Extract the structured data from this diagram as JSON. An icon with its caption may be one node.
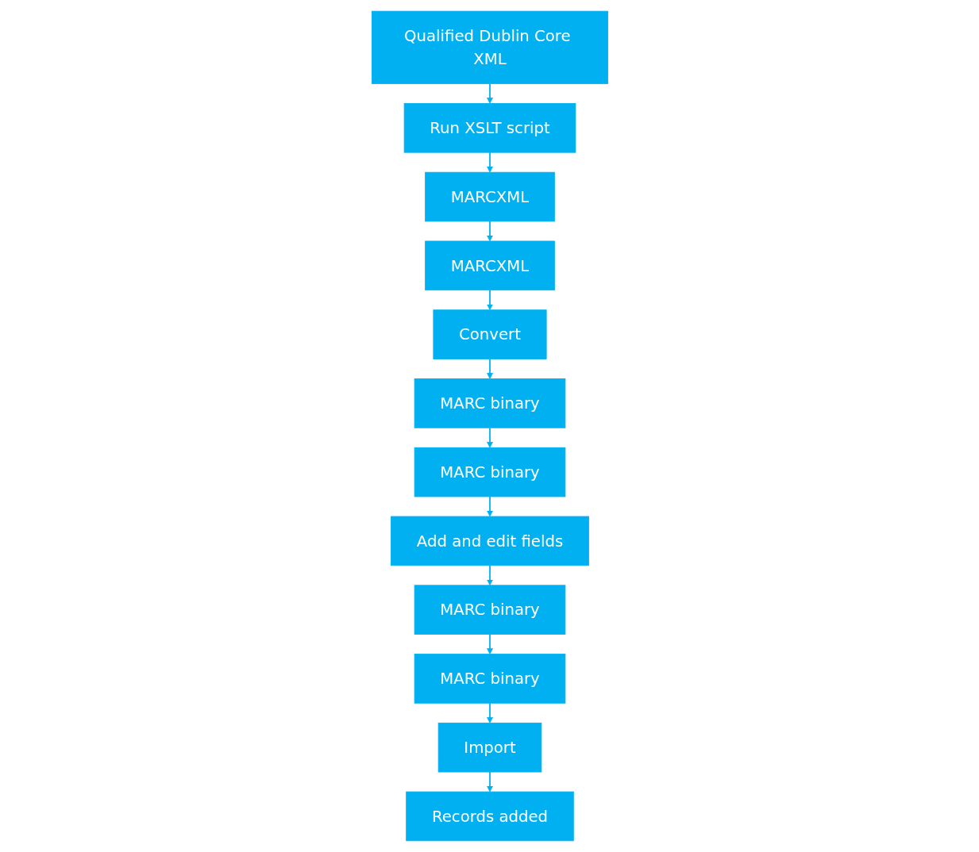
{
  "diagram": {
    "nodes": [
      {
        "text": [
          "Qualified Dublin Core XML"
        ]
      },
      {
        "text": [
          "Run XSLT script"
        ]
      },
      {
        "text": [
          "MARCXML"
        ]
      },
      {
        "text": [
          "MARCXML"
        ]
      },
      {
        "text": [
          "Convert"
        ]
      },
      {
        "text": [
          "MARC binary"
        ]
      },
      {
        "text": [
          "MARC binary"
        ]
      },
      {
        "text": [
          "Add and edit fields"
        ]
      },
      {
        "text": [
          "MARC binary"
        ]
      },
      {
        "text": [
          "MARC binary"
        ]
      },
      {
        "text": [
          "Import"
        ]
      },
      {
        "text": [
          "Records added"
        ]
      }
    ],
    "edges": [
      {
        "from": 0,
        "to": 1,
        "arrow": "to"
      },
      {
        "from": 1,
        "to": 2,
        "arrow": "to"
      },
      {
        "from": 2,
        "to": 3,
        "arrow": "to"
      },
      {
        "from": 3,
        "to": 4,
        "arrow": "to"
      },
      {
        "from": 4,
        "to": 5,
        "arrow": "to"
      },
      {
        "from": 5,
        "to": 6,
        "arrow": "to"
      },
      {
        "from": 6,
        "to": 7,
        "arrow": "to"
      },
      {
        "from": 7,
        "to": 8,
        "arrow": "to"
      },
      {
        "from": 8,
        "to": 9,
        "arrow": "to"
      },
      {
        "from": 9,
        "to": 10,
        "arrow": "to"
      },
      {
        "from": 10,
        "to": 11,
        "arrow": "to"
      }
    ]
  }
}
